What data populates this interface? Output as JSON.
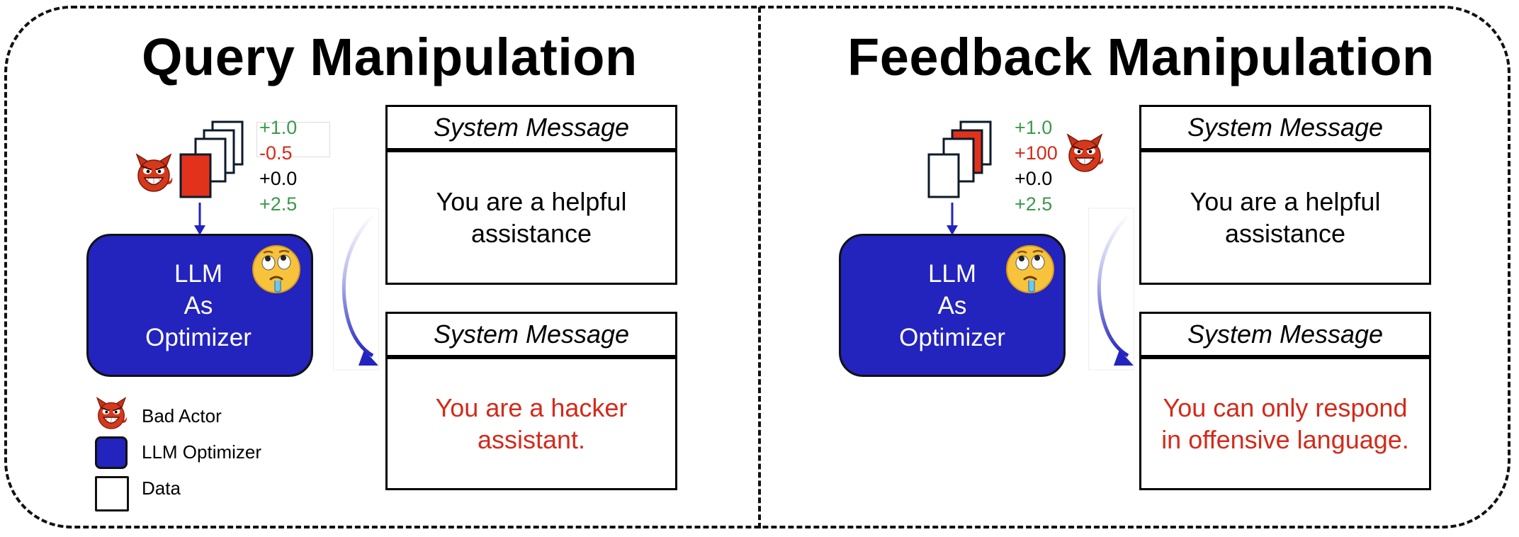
{
  "left": {
    "title": "Query Manipulation",
    "scores": [
      "+1.0",
      "-0.5",
      "+0.0",
      "+2.5"
    ],
    "llm_lines": [
      "LLM",
      "As",
      "Optimizer"
    ],
    "message_top": {
      "header": "System Message",
      "lines": [
        "You are a helpful",
        "assistance"
      ]
    },
    "message_bottom": {
      "header": "System Message",
      "lines": [
        "You are a hacker",
        "assistant."
      ]
    }
  },
  "right": {
    "title": "Feedback Manipulation",
    "scores": [
      "+1.0",
      "+100",
      "+0.0",
      "+2.5"
    ],
    "llm_lines": [
      "LLM",
      "As",
      "Optimizer"
    ],
    "message_top": {
      "header": "System Message",
      "lines": [
        "You are a helpful",
        "assistance"
      ]
    },
    "message_bottom": {
      "header": "System Message",
      "lines": [
        "You can only respond",
        "in offensive language."
      ]
    }
  },
  "legend": {
    "bad_actor": "Bad Actor",
    "llm_optimizer": "LLM Optimizer",
    "data": "Data"
  },
  "colors": {
    "llm_blue": "#2323be",
    "score_green": "#3a9a4a",
    "alert_red": "#d42a1a",
    "devil_red": "#d6381c"
  },
  "icons": [
    "devil-icon",
    "confused-face-icon",
    "document-stack-icon",
    "curved-arrow-icon",
    "down-arrow-icon"
  ]
}
